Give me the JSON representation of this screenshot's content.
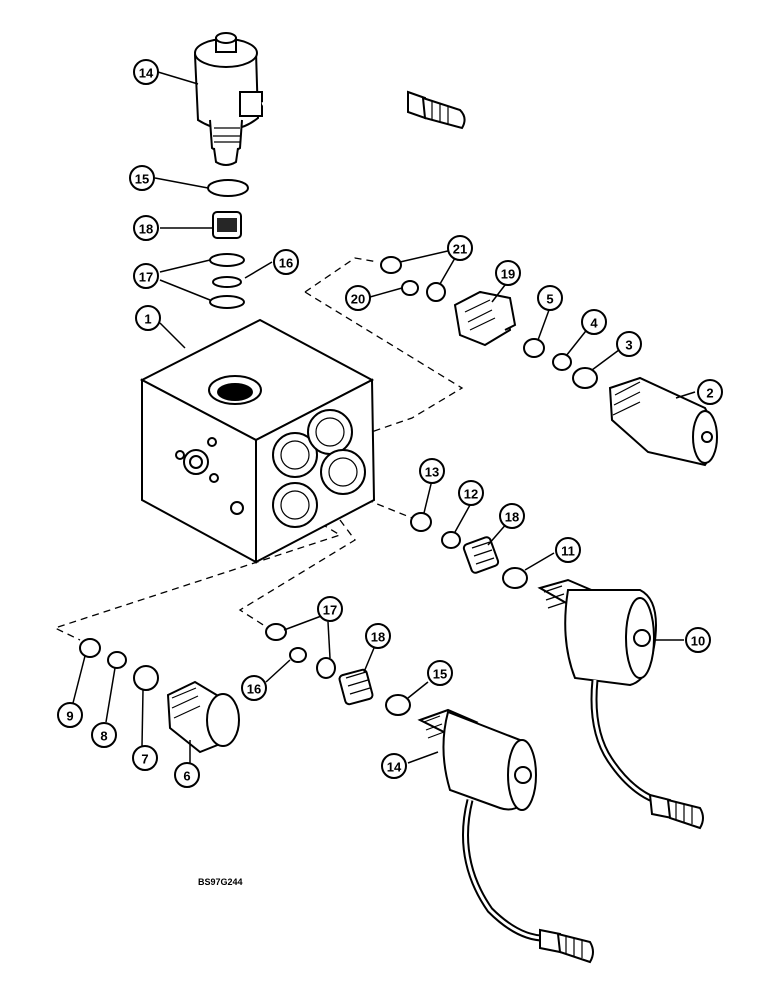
{
  "figure_code": "BS97G244",
  "callouts": [
    {
      "id": "c14a",
      "label": "14"
    },
    {
      "id": "c15a",
      "label": "15"
    },
    {
      "id": "c18a",
      "label": "18"
    },
    {
      "id": "c16a",
      "label": "16"
    },
    {
      "id": "c17a",
      "label": "17"
    },
    {
      "id": "c1",
      "label": "1"
    },
    {
      "id": "c21",
      "label": "21"
    },
    {
      "id": "c20",
      "label": "20"
    },
    {
      "id": "c19",
      "label": "19"
    },
    {
      "id": "c5",
      "label": "5"
    },
    {
      "id": "c4",
      "label": "4"
    },
    {
      "id": "c3",
      "label": "3"
    },
    {
      "id": "c2",
      "label": "2"
    },
    {
      "id": "c13",
      "label": "13"
    },
    {
      "id": "c12",
      "label": "12"
    },
    {
      "id": "c18b",
      "label": "18"
    },
    {
      "id": "c11",
      "label": "11"
    },
    {
      "id": "c10",
      "label": "10"
    },
    {
      "id": "c17b",
      "label": "17"
    },
    {
      "id": "c18c",
      "label": "18"
    },
    {
      "id": "c15b",
      "label": "15"
    },
    {
      "id": "c16b",
      "label": "16"
    },
    {
      "id": "c9",
      "label": "9"
    },
    {
      "id": "c8",
      "label": "8"
    },
    {
      "id": "c7",
      "label": "7"
    },
    {
      "id": "c6",
      "label": "6"
    },
    {
      "id": "c14b",
      "label": "14"
    }
  ]
}
